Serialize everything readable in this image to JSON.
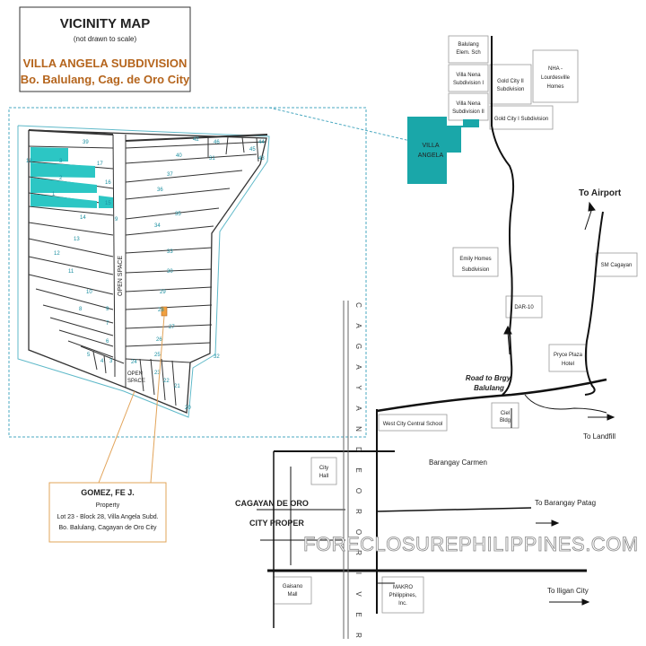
{
  "title_box": {
    "title": "VICINITY MAP",
    "subtitle": "(not drawn to scale)",
    "subdivision": "VILLA ANGELA SUBDIVISION",
    "location": "Bo. Balulang, Cag. de Oro City"
  },
  "property_box": {
    "owner": "GOMEZ, FE J.",
    "type": "Property",
    "lot": "Lot 23 - Block 28, Villa Angela Subd.",
    "address": "Bo. Balulang, Cagayan de Oro City"
  },
  "inset": {
    "open_space_vertical": "OPEN SPACE",
    "open_space_small_1": "OPEN",
    "open_space_small_2": "SPACE",
    "lots": [
      "1",
      "2",
      "3",
      "4",
      "5",
      "6",
      "7",
      "8",
      "9",
      "10",
      "11",
      "12",
      "13",
      "14",
      "15",
      "16",
      "17",
      "18",
      "19",
      "20",
      "21",
      "22",
      "23",
      "24",
      "25",
      "26",
      "27",
      "28",
      "29",
      "30",
      "31",
      "32",
      "33",
      "34",
      "35",
      "36",
      "37",
      "38",
      "39",
      "40",
      "41",
      "42",
      "43",
      "44",
      "45",
      "46",
      "47",
      "48"
    ]
  },
  "landmarks": {
    "balulang_elem_1": "Balulang",
    "balulang_elem_2": "Elem. Sch",
    "villa_nena_1a": "Villa Nena",
    "villa_nena_1b": "Subdivision I",
    "villa_nena_2a": "Villa Nena",
    "villa_nena_2b": "Subdivision II",
    "gold_city2_a": "Gold City II",
    "gold_city2_b": "Subdivision",
    "nha_a": "NHA -",
    "nha_b": "Lourdesville",
    "nha_c": "Homes",
    "gold_city1": "Gold City I Subdivision",
    "villa_angela_1": "VILLA",
    "villa_angela_2": "ANGELA",
    "to_airport": "To Airport",
    "emily_1": "Emily Homes",
    "emily_2": "Subdivision",
    "sm": "SM Cagayan",
    "dar": "DAR-10",
    "pryce_1": "Pryce Plaza",
    "pryce_2": "Hotel",
    "road_brgy_1": "Road to Brgy.",
    "road_brgy_2": "Balulang",
    "west_city": "West City Central School",
    "ciel_1": "Ciel",
    "ciel_2": "Bldg",
    "to_landfill": "To Landfill",
    "barangay_carmen": "Barangay Carmen",
    "city_hall_1": "City",
    "city_hall_2": "Hall",
    "cdo_1": "CAGAYAN DE ORO",
    "cdo_2": "CITY PROPER",
    "to_patag": "To Barangay Patag",
    "watermark": "FORECLOSUREPHILIPPINES.COM",
    "gaisano_1": "Gaisano",
    "gaisano_2": "Mall",
    "makro_1": "MAKRO",
    "makro_2": "Philippines,",
    "makro_3": "Inc.",
    "to_iligan": "To Iligan City",
    "river_letters": [
      "C",
      "A",
      "G",
      "A",
      "Y",
      "A",
      "N",
      "D",
      "E",
      "O",
      "R",
      "O",
      "R",
      "I",
      "V",
      "E",
      "R"
    ]
  },
  "colors": {
    "teal": "#1aa7a9",
    "lot_highlight": "#2cc6c4",
    "orange_accent": "#b5651d",
    "property_marker": "#f0a040"
  }
}
